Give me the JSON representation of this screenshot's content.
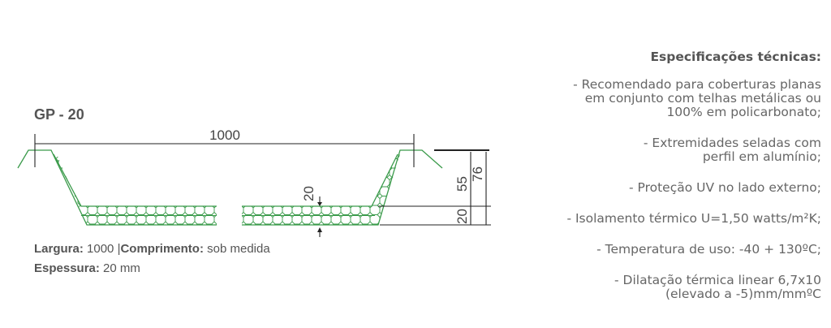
{
  "product": {
    "title": "GP - 20",
    "width_label": "Largura:",
    "width_value": "1000",
    "length_label": "Comprimento:",
    "length_value": "sob medida",
    "thickness_label": "Espessura:",
    "thickness_value": "20 mm"
  },
  "drawing": {
    "dim_width": "1000",
    "dim_thickness": "20",
    "dim_rib": "55",
    "dim_total": "76",
    "dim_base": "20",
    "colors": {
      "profile": "#3a9a4a",
      "dimension": "#222222"
    }
  },
  "specs": {
    "heading": "Especificações técnicas:",
    "items": [
      "- Recomendado para coberturas planas\nem conjunto com telhas metálicas ou\n100% em policarbonato;",
      "- Extremidades seladas com\nperfil em alumínio;",
      "- Proteção UV no lado externo;",
      "- Isolamento térmico U=1,50 watts/m²K;",
      "- Temperatura de uso: -40 + 130ºC;",
      "- Dilatação térmica linear 6,7x10\n(elevado a -5)mm/mmºC"
    ]
  }
}
